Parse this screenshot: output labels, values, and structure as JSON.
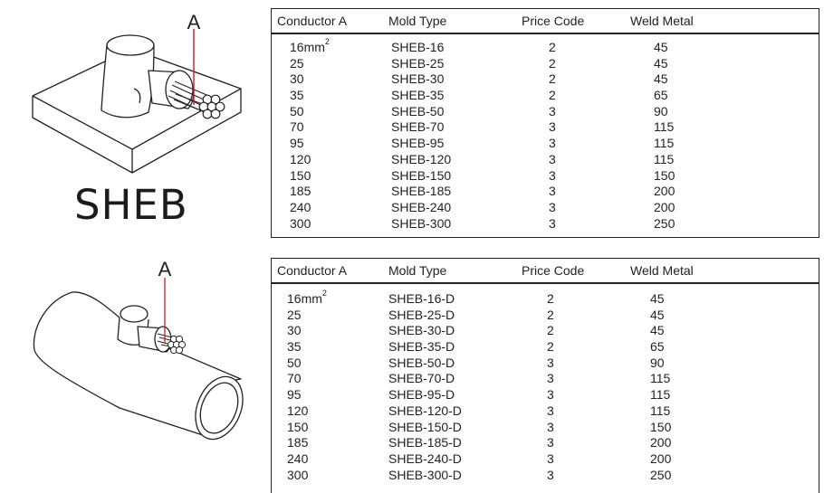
{
  "product_label": "SHEB",
  "callout_top": "A",
  "callout_bottom": "A",
  "tables": [
    {
      "headers": {
        "conductor": "Conductor A",
        "mold": "Mold Type",
        "price": "Price Code",
        "weld": "Weld Metal"
      },
      "rows": [
        {
          "conductor": "16mm",
          "sup": "2",
          "mold": "SHEB-16",
          "price": "2",
          "weld": "45"
        },
        {
          "conductor": "25",
          "mold": "SHEB-25",
          "price": "2",
          "weld": "45"
        },
        {
          "conductor": "30",
          "mold": "SHEB-30",
          "price": "2",
          "weld": "45"
        },
        {
          "conductor": "35",
          "mold": "SHEB-35",
          "price": "2",
          "weld": "65"
        },
        {
          "conductor": "50",
          "mold": "SHEB-50",
          "price": "3",
          "weld": "90"
        },
        {
          "conductor": "70",
          "mold": "SHEB-70",
          "price": "3",
          "weld": "115"
        },
        {
          "conductor": "95",
          "mold": "SHEB-95",
          "price": "3",
          "weld": "115"
        },
        {
          "conductor": "120",
          "mold": "SHEB-120",
          "price": "3",
          "weld": "115"
        },
        {
          "conductor": "150",
          "mold": "SHEB-150",
          "price": "3",
          "weld": "150"
        },
        {
          "conductor": "185",
          "mold": "SHEB-185",
          "price": "3",
          "weld": "200"
        },
        {
          "conductor": "240",
          "mold": "SHEB-240",
          "price": "3",
          "weld": "200"
        },
        {
          "conductor": "300",
          "mold": "SHEB-300",
          "price": "3",
          "weld": "250"
        }
      ]
    },
    {
      "headers": {
        "conductor": "Conductor A",
        "mold": "Mold Type",
        "price": "Price Code",
        "weld": "Weld Metal"
      },
      "rows": [
        {
          "conductor": "16mm",
          "sup": "2",
          "mold": "SHEB-16-D",
          "price": "2",
          "weld": "45"
        },
        {
          "conductor": "25",
          "mold": "SHEB-25-D",
          "price": "2",
          "weld": "45"
        },
        {
          "conductor": "30",
          "mold": "SHEB-30-D",
          "price": "2",
          "weld": "45"
        },
        {
          "conductor": "35",
          "mold": "SHEB-35-D",
          "price": "2",
          "weld": "65"
        },
        {
          "conductor": "50",
          "mold": "SHEB-50-D",
          "price": "3",
          "weld": "90"
        },
        {
          "conductor": "70",
          "mold": "SHEB-70-D",
          "price": "3",
          "weld": "115"
        },
        {
          "conductor": "95",
          "mold": "SHEB-95-D",
          "price": "3",
          "weld": "115"
        },
        {
          "conductor": "120",
          "mold": "SHEB-120-D",
          "price": "3",
          "weld": "115"
        },
        {
          "conductor": "150",
          "mold": "SHEB-150-D",
          "price": "3",
          "weld": "150"
        },
        {
          "conductor": "185",
          "mold": "SHEB-185-D",
          "price": "3",
          "weld": "200"
        },
        {
          "conductor": "240",
          "mold": "SHEB-240-D",
          "price": "3",
          "weld": "200"
        },
        {
          "conductor": "300",
          "mold": "SHEB-300-D",
          "price": "3",
          "weld": "250"
        }
      ]
    }
  ]
}
